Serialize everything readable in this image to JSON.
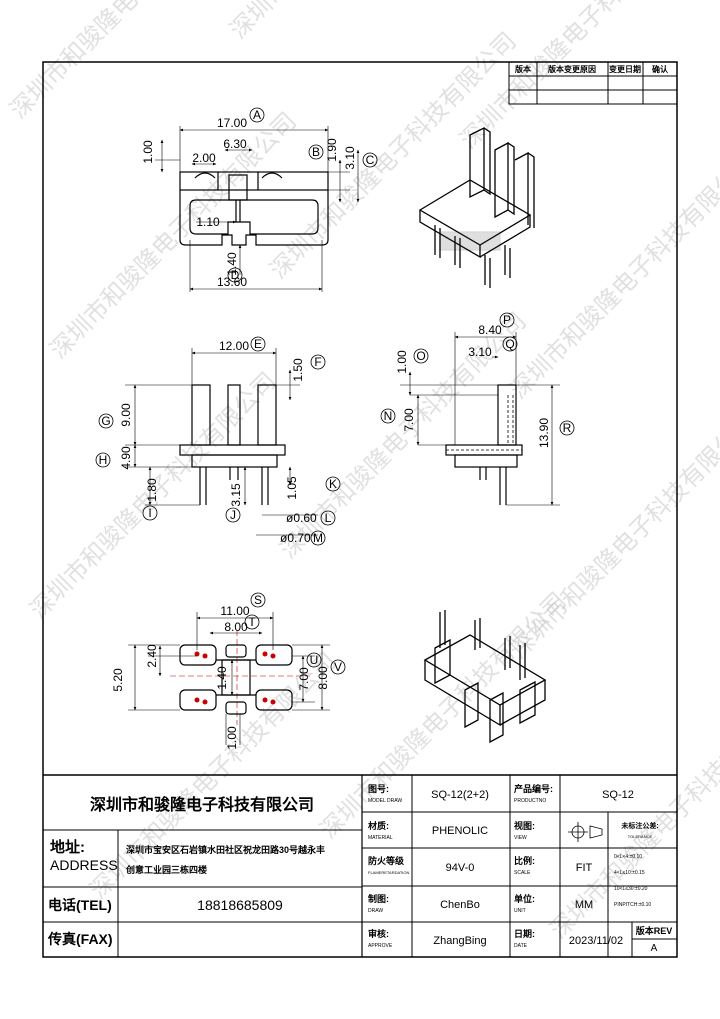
{
  "revision_table": {
    "headers": [
      "版本",
      "版本变更原因",
      "变更日期",
      "确认"
    ]
  },
  "dimensions": {
    "top": [
      "17.00",
      "6.30",
      "2.00",
      "1.00",
      "1.90",
      "3.10",
      "1.10",
      "1.40",
      "13.60"
    ],
    "front": [
      "12.00",
      "1.50",
      "9.00",
      "4.90",
      "1.80",
      "3.15",
      "1.05",
      "ø0.60",
      "ø0.70"
    ],
    "side": [
      "8.40",
      "3.10",
      "1.00",
      "7.00",
      "13.90"
    ],
    "bottom": [
      "11.00",
      "8.00",
      "2.40",
      "5.20",
      "1.40",
      "7.00",
      "8.00",
      "1.00"
    ]
  },
  "callouts": {
    "top": [
      "A",
      "B",
      "C",
      "D"
    ],
    "front": [
      "E",
      "F",
      "G",
      "H",
      "I",
      "J",
      "K",
      "L",
      "M"
    ],
    "side": [
      "P",
      "Q",
      "O",
      "N",
      "R"
    ],
    "bottom": [
      "S",
      "T",
      "U",
      "V"
    ]
  },
  "title_block": {
    "company": "深圳市和骏隆电子科技有限公司",
    "address_label_cn": "地址:",
    "address_label_en": "ADDRESS",
    "address_line1": "深圳市宝安区石岩镇水田社区祝龙田路30号越永丰",
    "address_line2": "创意工业园三栋四楼",
    "tel_label": "电话(TEL)",
    "tel_value": "18818685809",
    "fax_label": "传真(FAX)",
    "fields": {
      "drawing_no_label": "图号:",
      "drawing_no_sub": "MODEL DRAW",
      "drawing_no": "SQ-12(2+2)",
      "product_no_label": "产品编号:",
      "product_no_sub": "PRODUCTNO",
      "product_no": "SQ-12",
      "material_label": "材质:",
      "material_sub": "MATERIAL",
      "material": "PHENOLIC",
      "view_label": "视图:",
      "view_sub": "VIEW",
      "tolerance_label": "未标注公差:",
      "tolerance_sub": "TOLERANCE",
      "fire_label": "防火等级",
      "fire_sub": "FLAMERETARDATION",
      "fire": "94V-0",
      "scale_label": "比例:",
      "scale_sub": "SCALE",
      "scale": "FIT",
      "drawn_label": "制图:",
      "drawn_sub": "DRAW",
      "drawn": "ChenBo",
      "unit_label": "单位:",
      "unit_sub": "UNIT",
      "unit": "MM",
      "approve_label": "审核:",
      "approve_sub": "APPROVE",
      "approve": "ZhangBing",
      "date_label": "日期:",
      "date_sub": "DATE",
      "date": "2023/11/02",
      "rev_label": "版本REV",
      "rev": "A"
    },
    "tolerances": [
      "0<L<4:±0.10",
      "4<L≤10:±0.15",
      "10<L≤30:±0.20",
      "PINPITCH:±0.10"
    ]
  },
  "watermark": "深圳市和骏隆电子科技有限公司"
}
